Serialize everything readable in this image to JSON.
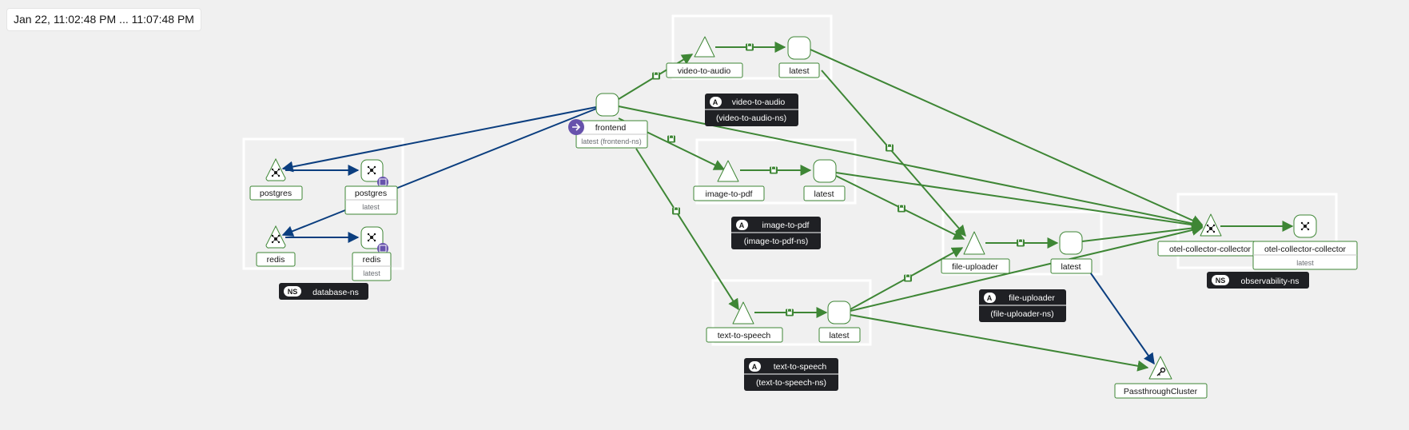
{
  "toolbar": {
    "time_range": "Jan 22, 11:02:48 PM ... 11:07:48 PM"
  },
  "colors": {
    "background": "#f0f0f0",
    "edge_green": "#3e8635",
    "edge_blue": "#0b3e7f",
    "node_stroke": "#3e8635",
    "group_border": "#ffffff",
    "badge_bg": "#1f2024",
    "root_icon": "#6753ac"
  },
  "nodes": {
    "postgres_service": {
      "label": "postgres"
    },
    "postgres_workload": {
      "label": "postgres",
      "version": "latest"
    },
    "redis_service": {
      "label": "redis"
    },
    "redis_workload": {
      "label": "redis",
      "version": "latest"
    },
    "frontend": {
      "label": "frontend",
      "version": "latest (frontend-ns)"
    },
    "video_to_audio": {
      "label": "video-to-audio"
    },
    "video_to_audio_latest": {
      "label": "latest"
    },
    "image_to_pdf": {
      "label": "image-to-pdf"
    },
    "image_to_pdf_latest": {
      "label": "latest"
    },
    "text_to_speech": {
      "label": "text-to-speech"
    },
    "text_to_speech_latest": {
      "label": "latest"
    },
    "file_uploader": {
      "label": "file-uploader"
    },
    "file_uploader_latest": {
      "label": "latest"
    },
    "otel_service": {
      "label": "otel-collector-collector"
    },
    "otel_workload": {
      "label": "otel-collector-collector",
      "version": "latest"
    },
    "passthrough": {
      "label": "PassthroughCluster"
    }
  },
  "groups": {
    "database_ns": {
      "badge": "NS",
      "name": "database-ns"
    },
    "video_to_audio": {
      "badge": "A",
      "name": "video-to-audio",
      "namespace": "(video-to-audio-ns)"
    },
    "image_to_pdf": {
      "badge": "A",
      "name": "image-to-pdf",
      "namespace": "(image-to-pdf-ns)"
    },
    "text_to_speech": {
      "badge": "A",
      "name": "text-to-speech",
      "namespace": "(text-to-speech-ns)"
    },
    "file_uploader": {
      "badge": "A",
      "name": "file-uploader",
      "namespace": "(file-uploader-ns)"
    },
    "observability_ns": {
      "badge": "NS",
      "name": "observability-ns"
    }
  }
}
